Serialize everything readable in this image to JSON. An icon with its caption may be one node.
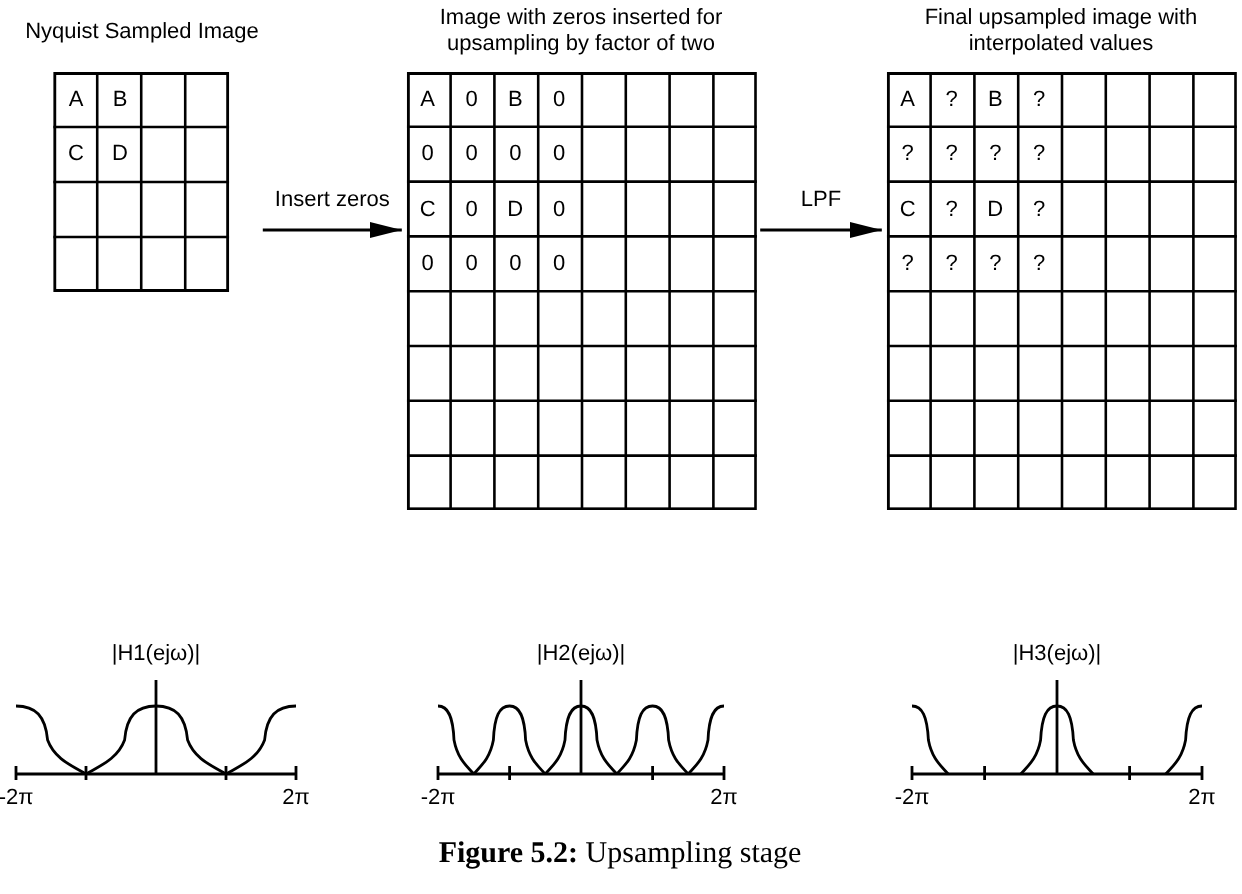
{
  "diagram": {
    "caption": "**Figure 5.2:** Upsampling stage",
    "nodes": [
      {
        "text": [
          "Nyquist Sampled Image",
          "A",
          "B",
          "C",
          "D"
        ]
      },
      {
        "text": [
          "Image with zeros inserted for upsampling by factor of two",
          "A",
          "0",
          "B",
          "0",
          "0",
          "0",
          "0",
          "0",
          "C",
          "0",
          "D",
          "0",
          "0",
          "0",
          "0",
          "0"
        ]
      },
      {
        "text": [
          "Final upsampled image with interpolated values",
          "A",
          "?",
          "B",
          "?",
          "?",
          "?",
          "?",
          "?",
          "C",
          "?",
          "D",
          "?",
          "?",
          "?",
          "?",
          "?"
        ]
      }
    ],
    "edges": [
      {
        "from": 0,
        "to": 1,
        "arrow": "to",
        "label": "Insert zeros"
      },
      {
        "from": 1,
        "to": 2,
        "arrow": "to",
        "label": "LPF"
      }
    ],
    "labels": [
      "|H1(ejω)|",
      "-2π",
      "2π",
      "|H2(ejω)|",
      "-2π",
      "2π",
      "|H3(ejω)|",
      "-2π",
      "2π"
    ]
  }
}
